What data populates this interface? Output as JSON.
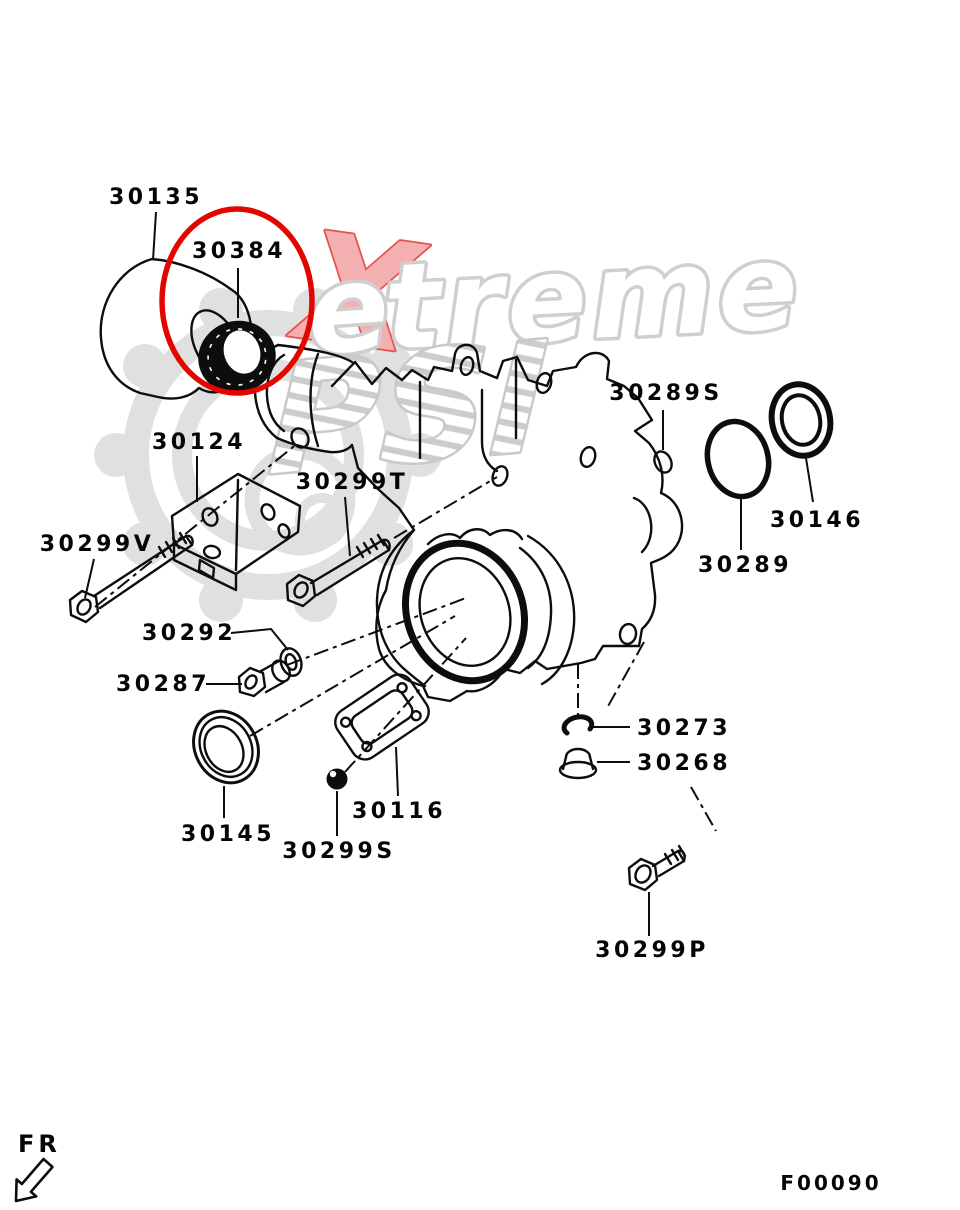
{
  "diagram": {
    "figure_code": "F00090",
    "orientation_label": "FR",
    "highlight_color": "#e10600",
    "line_color": "#0d0d0d",
    "highlighted_part": "30384",
    "watermark": {
      "word_start": "e",
      "word_x": "X",
      "word_end": "treme",
      "word_bottom": "PSI",
      "outline_color": "#cfcfcf",
      "x_fill": "#f4b0b0",
      "x_stroke": "#e4524e"
    },
    "parts": [
      {
        "number": "30135",
        "kind": "dust-cover",
        "highlighted": false
      },
      {
        "number": "30384",
        "kind": "oil-seal",
        "highlighted": true
      },
      {
        "number": "30124",
        "kind": "bracket",
        "highlighted": false
      },
      {
        "number": "30299T",
        "kind": "bolt",
        "highlighted": false
      },
      {
        "number": "30299V",
        "kind": "bolt",
        "highlighted": false
      },
      {
        "number": "30292",
        "kind": "gasket-ring",
        "highlighted": false
      },
      {
        "number": "30287",
        "kind": "plug",
        "highlighted": false
      },
      {
        "number": "30145",
        "kind": "oil-seal",
        "highlighted": false
      },
      {
        "number": "30299S",
        "kind": "ball",
        "highlighted": false
      },
      {
        "number": "30116",
        "kind": "cover-plate",
        "highlighted": false
      },
      {
        "number": "30289S",
        "kind": "o-ring-small",
        "highlighted": false
      },
      {
        "number": "30146",
        "kind": "oil-seal",
        "highlighted": false
      },
      {
        "number": "30289",
        "kind": "o-ring",
        "highlighted": false
      },
      {
        "number": "30273",
        "kind": "washer",
        "highlighted": false
      },
      {
        "number": "30268",
        "kind": "plug-cap",
        "highlighted": false
      },
      {
        "number": "30299P",
        "kind": "bolt",
        "highlighted": false
      }
    ]
  }
}
